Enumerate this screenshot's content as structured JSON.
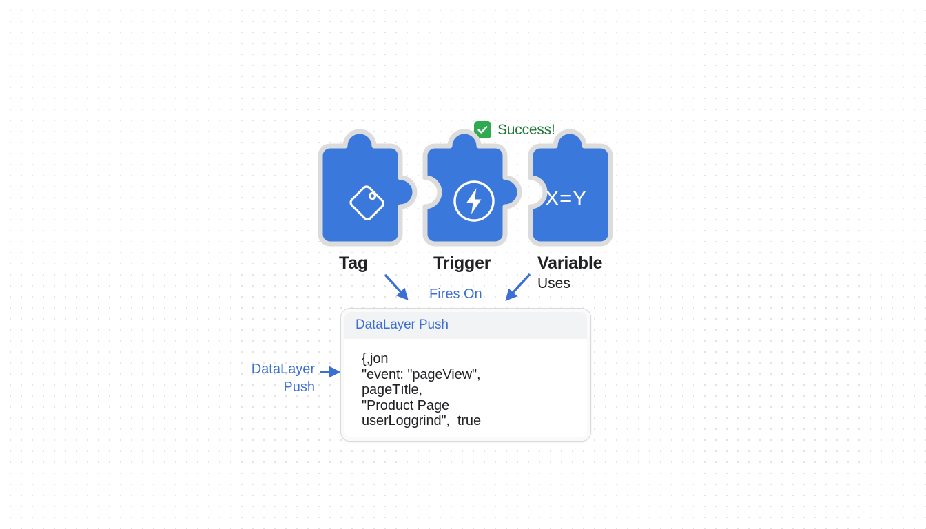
{
  "badge": {
    "icon": "check-square-icon",
    "label": "Success!",
    "box_color": "#2eaa4f",
    "text_color": "#1d7a35"
  },
  "diagram": {
    "piece_color": "#3b78dc",
    "piece_outline": "#dcdcdc",
    "accent_color": "#3b6fd4",
    "pieces": [
      {
        "id": "tag",
        "label": "Tag",
        "icon": "tag-icon",
        "glyph": ""
      },
      {
        "id": "trigger",
        "label": "Trigger",
        "icon": "lightning-bolt-icon",
        "glyph": ""
      },
      {
        "id": "variable",
        "label": "Variable",
        "icon": "x-equals-y-icon",
        "glyph": "X=Y"
      }
    ],
    "sub_labels": {
      "variable": "Uses"
    },
    "connectors": [
      {
        "id": "fires-on",
        "label": "Fires On"
      },
      {
        "id": "datalayer-push",
        "label": "DataLayer\nPush"
      }
    ]
  },
  "code_panel": {
    "title": "DataLayer Push",
    "code": "{,jon\n\"event: \"pageView\",\npageTıtle,\n\"Product Page\nuserLoggrind\",  true"
  }
}
